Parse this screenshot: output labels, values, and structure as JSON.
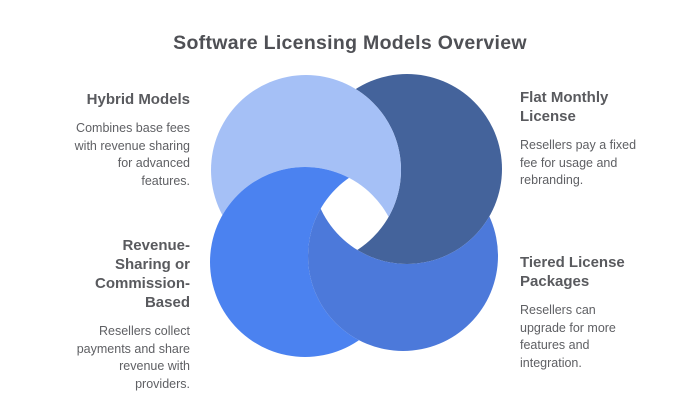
{
  "title": "Software Licensing Models Overview",
  "colors": {
    "background": "#ffffff",
    "title_text": "#4f5055",
    "heading_text": "#595a5e",
    "body_text": "#5f6064"
  },
  "sections": [
    {
      "id": "hybrid-models",
      "position": "top-left",
      "heading": "Hybrid Models",
      "description": "Combines base fees\nwith revenue sharing\nfor advanced\nfeatures.",
      "circle_color": "#a5c0f6"
    },
    {
      "id": "flat-monthly-license",
      "position": "top-right",
      "heading": "Flat Monthly\nLicense",
      "description": "Resellers pay a fixed\nfee for usage and\nrebranding.",
      "circle_color": "#44639b"
    },
    {
      "id": "revenue-sharing-commission-based",
      "position": "bottom-left",
      "heading": "Revenue-\nSharing or\nCommission-\nBased",
      "description": "Resellers collect\npayments and share\nrevenue with\nproviders.",
      "circle_color": "#4b82f0"
    },
    {
      "id": "tiered-license-packages",
      "position": "bottom-right",
      "heading": "Tiered License\nPackages",
      "description": "Resellers can\nupgrade for more\nfeatures and\nintegration.",
      "circle_color": "#4c79da"
    }
  ]
}
